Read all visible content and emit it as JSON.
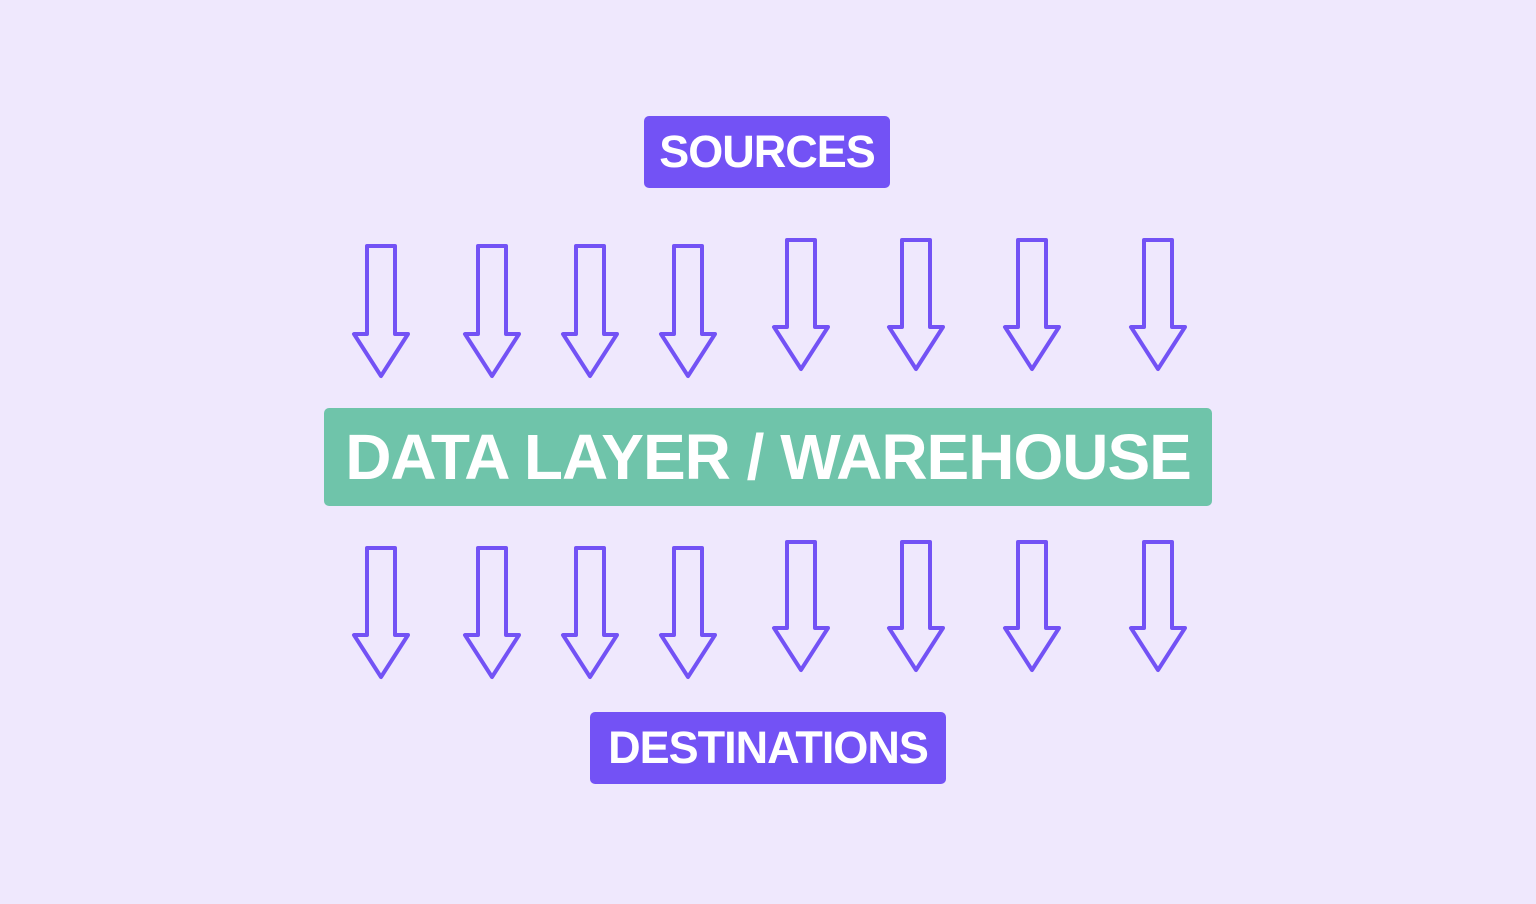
{
  "colors": {
    "background": "#efe8fd",
    "accent": "#7352f5",
    "center": "#6fc4aa",
    "text": "#ffffff",
    "arrow_stroke": "#7352f5"
  },
  "diagram": {
    "top_label": "SOURCES",
    "center_label": "DATA LAYER / WAREHOUSE",
    "bottom_label": "DESTINATIONS",
    "arrow_icon": "down-arrow-icon",
    "arrow_count_per_row": 8
  }
}
